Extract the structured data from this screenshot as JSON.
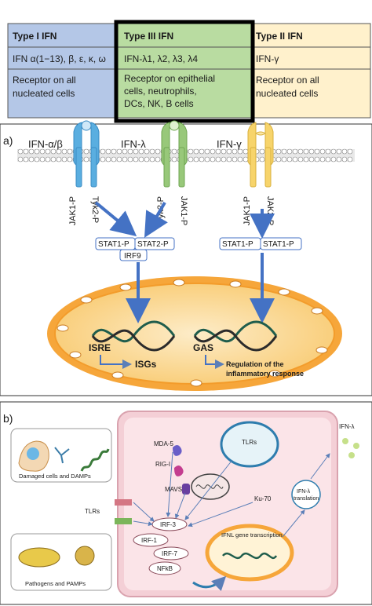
{
  "colors": {
    "type1": "#b4c7e7",
    "type3": "#b9dca1",
    "type2": "#fff1cc",
    "receptor_blue": "#5aaee0",
    "receptor_green": "#98c87a",
    "receptor_yellow": "#f7d46b",
    "arrow": "#4472c4",
    "nucleus": "#f6a63a",
    "cell_b": "#f8dde3"
  },
  "table": {
    "headers": [
      "Type I IFN",
      "Type III IFN",
      "Type II IFN"
    ],
    "members": [
      "IFN α(1−13), β, ε, κ, ω",
      "IFN-λ1, λ2, λ3, λ4",
      "IFN-γ"
    ],
    "receptor_col1": [
      "Receptor on all",
      "nucleated cells"
    ],
    "receptor_col2": [
      "Receptor on epithelial",
      "cells, neutrophils,",
      "DCs, NK, B cells"
    ],
    "receptor_col3": [
      "Receptor on all",
      "nucleated cells"
    ]
  },
  "panel_a": {
    "label": "a)",
    "ligand_ab": "IFN-α/β",
    "ligand_l": "IFN-λ",
    "ligand_g": "IFN-γ",
    "jak1": "JAK1-P",
    "tyk2": "Tyk2-P",
    "jak2": "JAK2-P",
    "stat1p": "STAT1-P",
    "stat2p": "STAT2-P",
    "irf9": "IRF9",
    "isre": "ISRE",
    "isgs": "ISGs",
    "gas": "GAS",
    "regulation": [
      "Regulation of the",
      "inflammatory response"
    ]
  },
  "panel_b": {
    "label": "b)",
    "damaged": "Damaged cells and DAMPs",
    "pathogens": "Pathogens and PAMPs",
    "tlrs_out": "TLRs",
    "tlrs_in": "TLRs",
    "mda5": "MDA-5",
    "rigi": "RIG-I",
    "mavs": "MAVS",
    "ku70": "Ku-70",
    "irf3": "IRF-3",
    "irf1": "IRF-1",
    "irf7": "IRF-7",
    "nfkb": "NFkB",
    "ifnl_transcription": "IFNL gene transcription",
    "translation": [
      "IFN-λ",
      "translation"
    ],
    "ifn_lambda": "IFN-λ"
  }
}
